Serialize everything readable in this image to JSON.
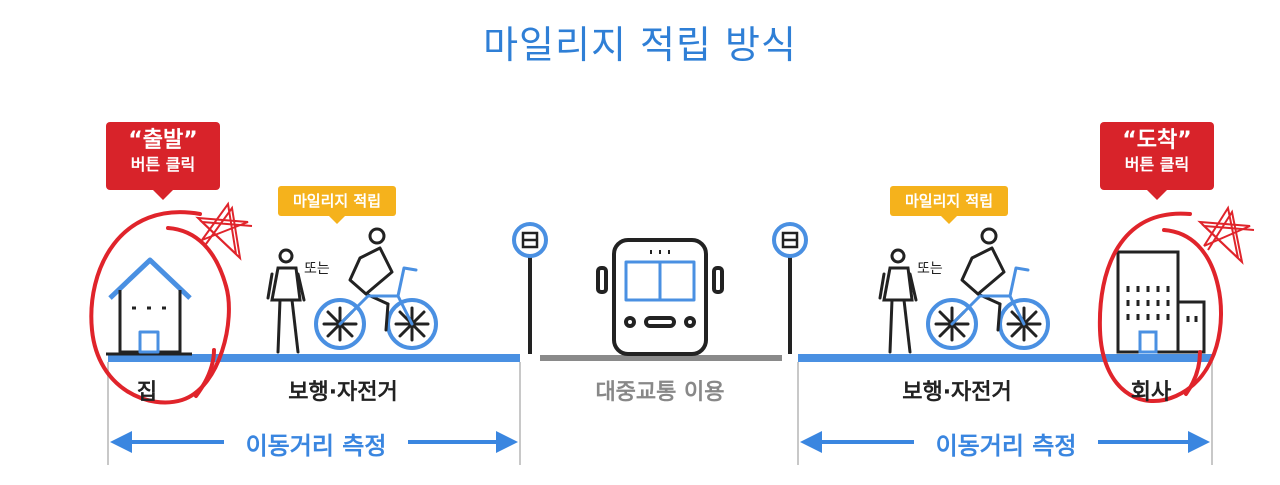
{
  "title": "마일리지 적립 방식",
  "start_callout": {
    "line1": "“출발”",
    "line2": "버튼 클릭"
  },
  "arrive_callout": {
    "line1": "“도착”",
    "line2": "버튼 클릭"
  },
  "mileage_tag_left": "마일리지 적립",
  "mileage_tag_right": "마일리지 적립",
  "or_left": "또는",
  "or_right": "또는",
  "labels": {
    "home": "집",
    "walk_bike_left": "보행·자전거",
    "transit": "대중교통 이용",
    "walk_bike_right": "보행·자전거",
    "office": "회사"
  },
  "measure_left": "이동거리 측정",
  "measure_right": "이동거리 측정",
  "colors": {
    "title": "#2f7fd6",
    "callout": "#d8232a",
    "tag": "#f5b21c",
    "line": "#4a90e2",
    "gray": "#8a8a8a"
  }
}
